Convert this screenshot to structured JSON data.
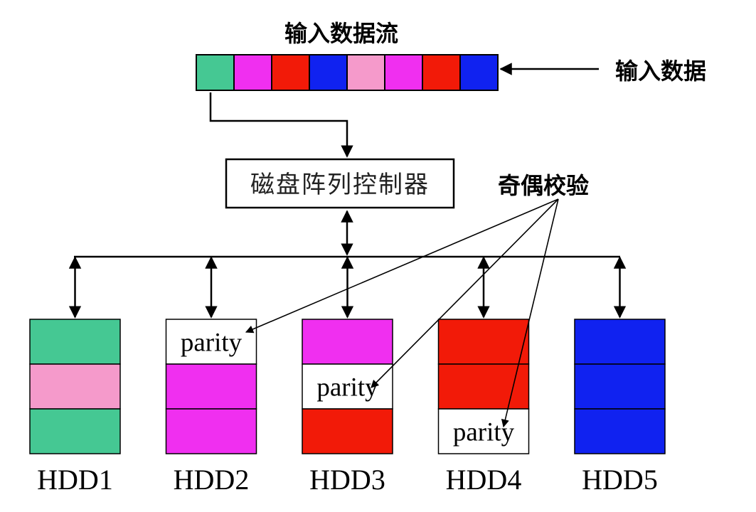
{
  "title": "输入数据流",
  "input_label": "输入数据",
  "controller_label": "磁盘阵列控制器",
  "parity_check_label": "奇偶校验",
  "stream_colors": [
    "#45c893",
    "#f02ff0",
    "#f21a08",
    "#1022f0",
    "#f59acb",
    "#f02ff0",
    "#f21a08",
    "#1022f0"
  ],
  "disks": [
    {
      "name": "HDD1",
      "blocks": [
        {
          "color": "#45c893"
        },
        {
          "color": "#f59acb"
        },
        {
          "color": "#45c893"
        }
      ]
    },
    {
      "name": "HDD2",
      "blocks": [
        {
          "color": "#ffffff",
          "text": "parity"
        },
        {
          "color": "#f02ff0"
        },
        {
          "color": "#f02ff0"
        }
      ]
    },
    {
      "name": "HDD3",
      "blocks": [
        {
          "color": "#f02ff0"
        },
        {
          "color": "#ffffff",
          "text": "parity"
        },
        {
          "color": "#f21a08"
        }
      ]
    },
    {
      "name": "HDD4",
      "blocks": [
        {
          "color": "#f21a08"
        },
        {
          "color": "#f21a08"
        },
        {
          "color": "#ffffff",
          "text": "parity"
        }
      ]
    },
    {
      "name": "HDD5",
      "blocks": [
        {
          "color": "#1022f0"
        },
        {
          "color": "#1022f0"
        },
        {
          "color": "#1022f0"
        }
      ]
    }
  ]
}
